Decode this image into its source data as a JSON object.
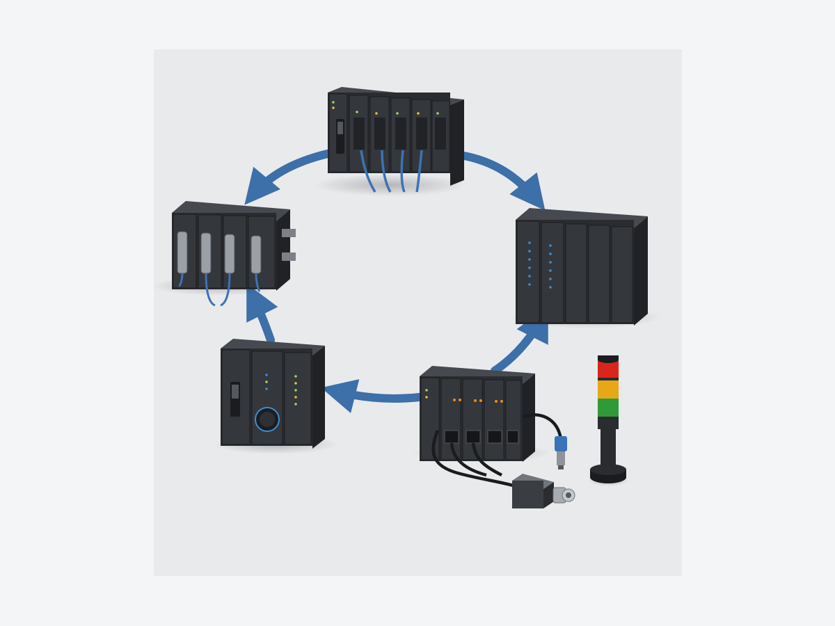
{
  "diagram": {
    "background": "#e9eaec",
    "modules": [
      {
        "name": "top-io-rack",
        "module_count": 6,
        "has_switch": true,
        "cable_count": 4
      },
      {
        "name": "right-controller-rack",
        "module_count": 5
      },
      {
        "name": "left-sensor-rack",
        "module_count": 4,
        "connector_count": 4
      },
      {
        "name": "bottom-left-controller",
        "module_count": 3,
        "has_dial": true
      },
      {
        "name": "bottom-right-io-rack",
        "module_count": 5
      }
    ],
    "devices": [
      {
        "name": "signal-tower",
        "colors": [
          "#d9261c",
          "#e8a716",
          "#2f9a3a"
        ]
      },
      {
        "name": "camera-sensor"
      },
      {
        "name": "inline-sensor"
      }
    ],
    "arrows": [
      {
        "from": "top-io-rack",
        "to": "right-controller-rack"
      },
      {
        "from": "bottom-right-io-rack",
        "to": "right-controller-rack"
      },
      {
        "from": "bottom-right-io-rack",
        "to": "bottom-left-controller"
      },
      {
        "from": "bottom-left-controller",
        "to": "left-sensor-rack"
      },
      {
        "from": "top-io-rack",
        "to": "left-sensor-rack"
      }
    ],
    "colors": {
      "arrow": "#3d6fa8",
      "module_body": "#2a2c30",
      "module_front": "#34373c",
      "module_top": "#464a50",
      "led_green": "#9fd46a",
      "led_yellow": "#e6c23a",
      "led_orange": "#f08a1c",
      "led_blue": "#3a8fd6",
      "cable_blue": "#3b73b7"
    }
  }
}
